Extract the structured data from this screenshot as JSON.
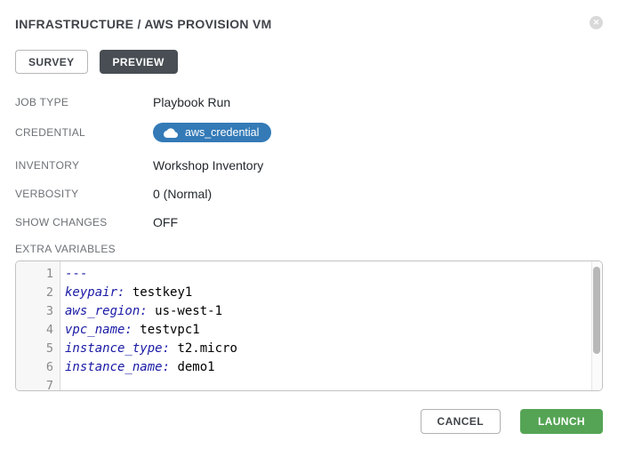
{
  "modal": {
    "title": "INFRASTRUCTURE / AWS PROVISION VM"
  },
  "tabs": [
    {
      "label": "SURVEY",
      "active": false
    },
    {
      "label": "PREVIEW",
      "active": true
    }
  ],
  "fields": [
    {
      "label": "JOB TYPE",
      "value": "Playbook Run"
    },
    {
      "label": "CREDENTIAL",
      "value": "aws_credential",
      "icon": "cloud-icon"
    },
    {
      "label": "INVENTORY",
      "value": "Workshop Inventory"
    },
    {
      "label": "VERBOSITY",
      "value": "0 (Normal)"
    },
    {
      "label": "SHOW CHANGES",
      "value": "OFF"
    }
  ],
  "extra_variables": {
    "label": "EXTRA VARIABLES",
    "lines": [
      {
        "num": "1",
        "head": "---",
        "tail": ""
      },
      {
        "num": "2",
        "head": "keypair:",
        "tail": " testkey1"
      },
      {
        "num": "3",
        "head": "aws_region:",
        "tail": " us-west-1"
      },
      {
        "num": "4",
        "head": "vpc_name:",
        "tail": " testvpc1"
      },
      {
        "num": "5",
        "head": "instance_type:",
        "tail": " t2.micro"
      },
      {
        "num": "6",
        "head": "instance_name:",
        "tail": " demo1"
      },
      {
        "num": "7",
        "head": "",
        "tail": ""
      }
    ]
  },
  "footer": {
    "cancel_label": "CANCEL",
    "launch_label": "LAUNCH"
  },
  "icons": {
    "close": "close-icon",
    "credential": "cloud-icon"
  },
  "colors": {
    "badge_blue": "#337ab7",
    "tab_active_bg": "#484e53",
    "launch_green": "#55a455",
    "yaml_key_navy": "#1a1aa6"
  }
}
